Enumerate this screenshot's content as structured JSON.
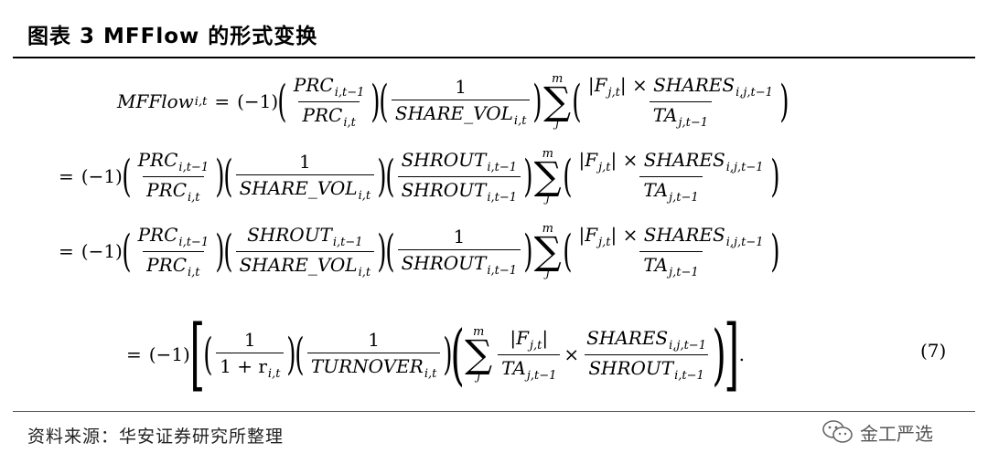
{
  "header": {
    "title": "图表 3 MFFlow 的形式变换"
  },
  "equation": {
    "lhs": "MFFlow",
    "lhs_sub": "i,t",
    "eq": "=",
    "neg_one": "(−1)",
    "one": "1",
    "times": "×",
    "sum_sym": "∑",
    "sum_upper": "m",
    "sum_lower": "j",
    "prc": "PRC",
    "prc_sub_lag": "i,t−1",
    "prc_sub": "i,t",
    "share_vol": "SHARE_VOL",
    "share_vol_sub": "i,t",
    "shrout": "SHROUT",
    "shrout_sub": "i,t−1",
    "abs_f": "|F",
    "abs_f_sub": "j,t",
    "abs_close": "|",
    "shares": "SHARES",
    "shares_sub": "i,j,t−1",
    "ta": "TA",
    "ta_sub": "j,t−1",
    "one_plus_r": "1 + r",
    "r_sub": "i,t",
    "turnover": "TURNOVER",
    "turnover_sub": "i,t",
    "period": ".",
    "number": "(7)"
  },
  "footer": {
    "source": "资料来源：华安证券研究所整理",
    "watermark_text": "金工严选",
    "watermark_icon": "wechat-icon"
  }
}
